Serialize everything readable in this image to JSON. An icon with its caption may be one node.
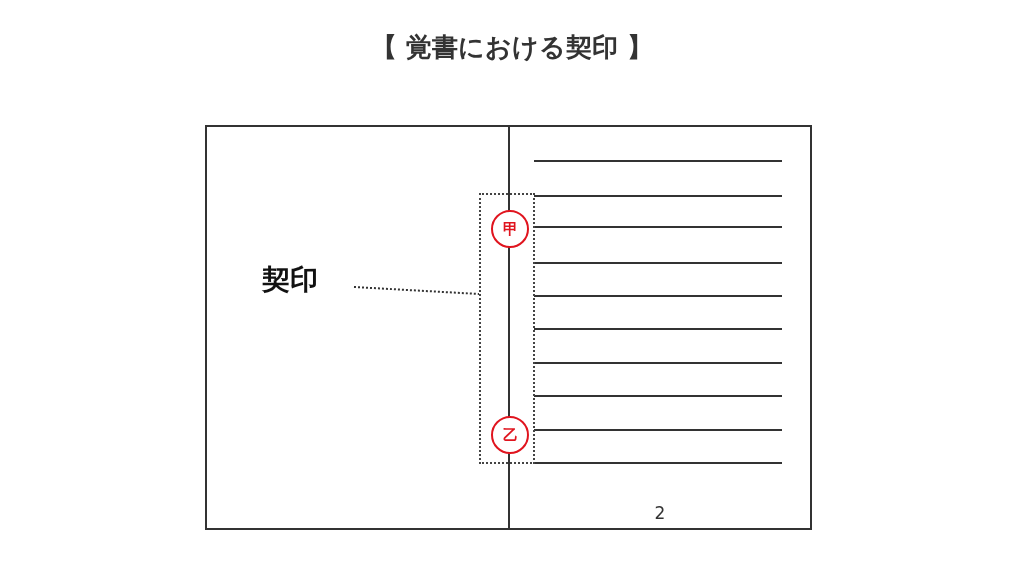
{
  "diagram": {
    "title": "【 覚書における契印 】",
    "nodes": [
      {
        "text": [
          "契印"
        ]
      },
      {
        "text": [],
        "shape": "box"
      },
      {
        "text": [
          "甲"
        ],
        "in": 1
      },
      {
        "text": [
          "乙"
        ],
        "in": 1
      }
    ],
    "edges": [
      {
        "from": 0,
        "to": 1,
        "arrow": "none",
        "style": "dashed"
      }
    ],
    "labels": [
      "2"
    ]
  }
}
